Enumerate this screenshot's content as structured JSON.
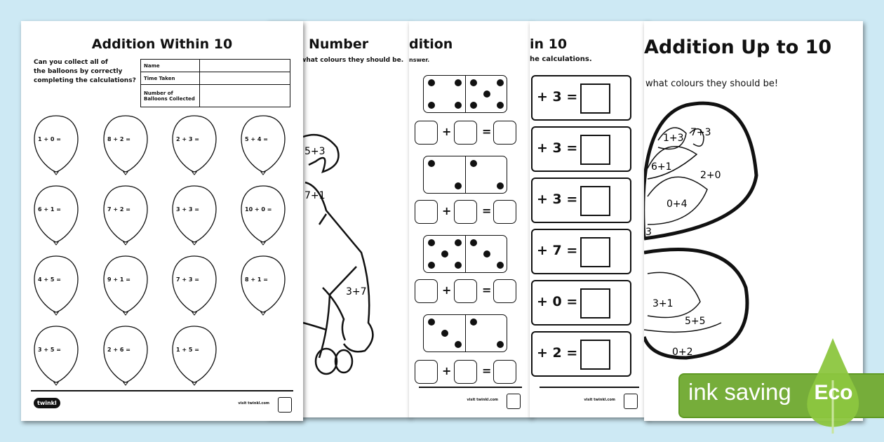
{
  "colors": {
    "background": "#cde9f4",
    "eco_green": "#76ad3a",
    "drop_green": "#8cc63f"
  },
  "sheet1": {
    "title": "Addition Within 10",
    "intro": [
      "Can you collect all of",
      "the balloons by correctly",
      "completing the calculations?"
    ],
    "info_rows": [
      "Name",
      "Time Taken",
      "Number of Balloons Collected"
    ],
    "balloons": [
      [
        "1 + 0 =",
        "8 + 2 =",
        "2 + 3 =",
        "5 + 4 ="
      ],
      [
        "6 + 1 =",
        "7 + 2 =",
        "3 + 3 =",
        "10 + 0 ="
      ],
      [
        "4 + 5 =",
        "9 + 1 =",
        "7 + 3 =",
        "8 + 1 ="
      ],
      [
        "3 + 5 =",
        "2 + 6 =",
        "1 + 5 ="
      ]
    ],
    "logo": "twinkl",
    "footer": "visit twinkl.com"
  },
  "sheet2": {
    "title": "Number",
    "subtitle": "what colours they should be.",
    "labels": [
      "5+3",
      "7+1",
      "3+7"
    ]
  },
  "sheet3": {
    "title": "dition",
    "subtitle": "nswer.",
    "dominoes": [
      [
        4,
        5
      ],
      [
        2,
        2
      ],
      [
        5,
        3
      ],
      [
        3,
        2
      ]
    ],
    "plus": "+",
    "equals": "=",
    "footer": "visit twinkl.com"
  },
  "sheet4": {
    "title": "in 10",
    "subtitle": "he calculations.",
    "rows": [
      "+ 3 =",
      "+ 3 =",
      "+ 3 =",
      "+ 7 =",
      "+ 0 =",
      "+ 2 ="
    ],
    "footer": "visit twinkl.com"
  },
  "sheet5": {
    "title": "Addition Up to 10",
    "subtitle": "what colours they should be!",
    "labels": [
      "1+3",
      "7+3",
      "6+1",
      "2+0",
      "0+4",
      "3",
      "3+1",
      "5+5",
      "0+2"
    ]
  },
  "eco": {
    "text": "ink saving",
    "label": "Eco"
  }
}
